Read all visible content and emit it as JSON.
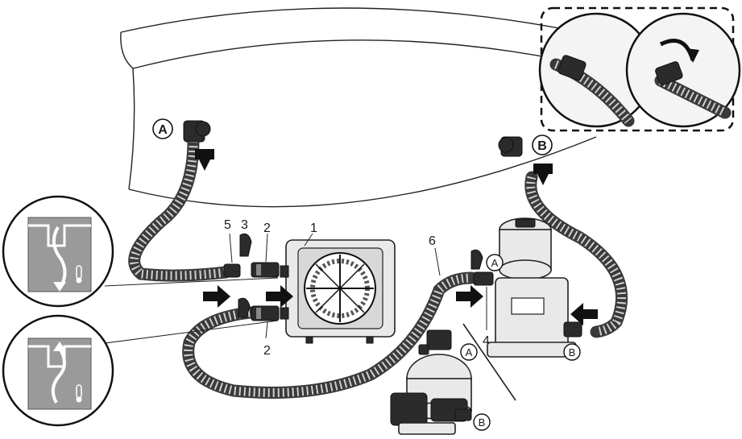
{
  "labels": {
    "heat_pump": "1",
    "hose_adapter_top": "2",
    "hose_adapter_bottom": "2",
    "valve": "3",
    "filter_connector": "4",
    "plug": "5",
    "hose": "6"
  },
  "connectors": {
    "pool_outlet": "A",
    "pool_inlet": "B",
    "cartridge_pump_outlet": "A",
    "cartridge_pump_inlet": "B",
    "sand_filter_outlet": "A",
    "sand_filter_inlet": "B"
  },
  "colors": {
    "line": "#222222",
    "hose": "#3a3a3a",
    "inset_panel": "#9a9a9a",
    "background": "#ffffff"
  },
  "icons": [
    "thermometer-icon",
    "arrow-icon",
    "flow-icon"
  ]
}
